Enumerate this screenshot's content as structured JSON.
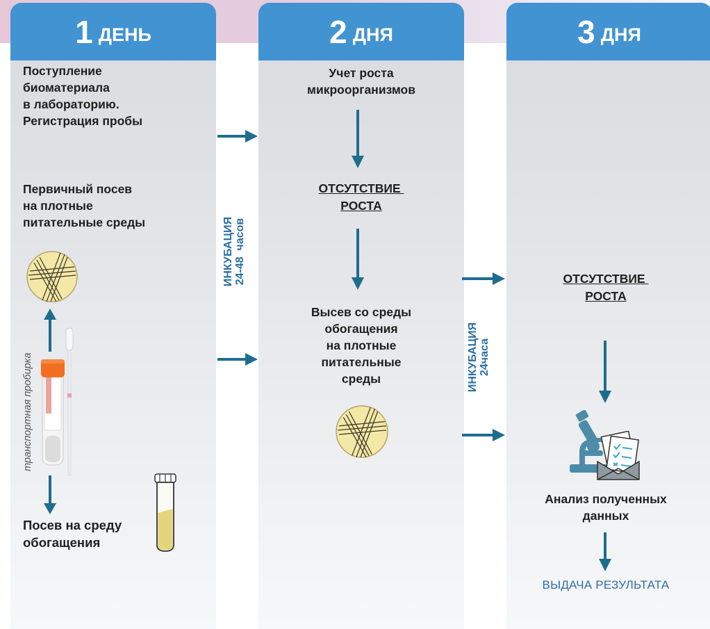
{
  "columns": [
    {
      "num": "1",
      "word": "ДЕНЬ"
    },
    {
      "num": "2",
      "word": "ДНЯ"
    },
    {
      "num": "3",
      "word": "ДНЯ"
    }
  ],
  "day1": {
    "step1": [
      "Поступление",
      "биоматериала",
      "в лабораторию.",
      "Регистрация пробы"
    ],
    "step2": [
      "Первичный посев",
      "на плотные",
      "питательные среды"
    ],
    "tube_label": "транспортная пробирка",
    "step3": [
      "Посев на среду",
      "обогащения"
    ]
  },
  "incubation1": [
    "ИНКУБАЦИЯ",
    "24-48  часов"
  ],
  "day2": {
    "step1": [
      "Учет роста",
      "микроорганизмов"
    ],
    "no_growth": [
      "ОТСУТСТВИЕ ",
      "РОСТА"
    ],
    "step2": [
      "Высев со среды",
      "обогащения",
      "на плотные",
      "питательные",
      "среды"
    ]
  },
  "incubation2": [
    "ИНКУБАЦИЯ",
    "24часа"
  ],
  "day3": {
    "no_growth": [
      "ОТСУТСТВИЕ ",
      "РОСТА"
    ],
    "analysis": [
      "Анализ полученных",
      "данных"
    ],
    "result": "ВЫДАЧА РЕЗУЛЬТАТА"
  },
  "colors": {
    "header": "#4193d2",
    "arrow": "#1f6d8e",
    "result_text": "#2f6fa6",
    "dish_fill": "#f3e8a6",
    "tube_cap": "#f26f21",
    "broth": "#e3d57c"
  },
  "icons": [
    "petri-dish-icon",
    "transport-tube-icon",
    "swab-icon",
    "enrichment-tube-icon",
    "microscope-icon",
    "report-envelope-icon"
  ]
}
